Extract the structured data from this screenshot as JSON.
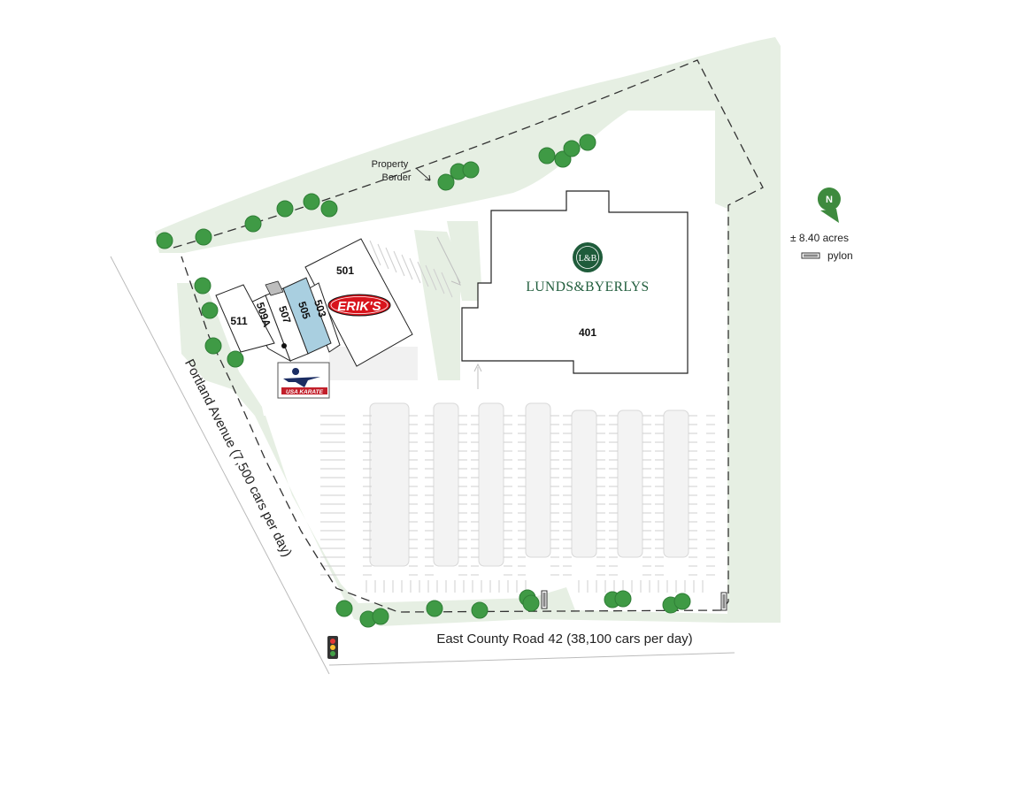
{
  "map": {
    "anchor_store": {
      "name": "LUNDS&BYERLYS",
      "monogram": "L&B",
      "unit": "401"
    },
    "units": [
      "501",
      "511",
      "509A",
      "507",
      "505",
      "503"
    ],
    "tenants": {
      "eriks": "ERIK'S",
      "karate": "USA KARATE"
    },
    "labels": {
      "property_border": [
        "Property",
        "Border"
      ]
    },
    "roads": {
      "portland": "Portland Avenue (7,500 cars per day)",
      "county_road": "East County Road 42 (38,100 cars per day)"
    },
    "legend": {
      "north": "N",
      "acres": "± 8.40  acres",
      "pylon": "pylon"
    },
    "colors": {
      "green_space": "#e6efe3",
      "tree": "#3f9a45",
      "tree_dark": "#2f7d36",
      "highlight_unit": "#a9cfe0",
      "brand_green": "#1f5c3b",
      "eriks_red": "#d8141c"
    }
  }
}
